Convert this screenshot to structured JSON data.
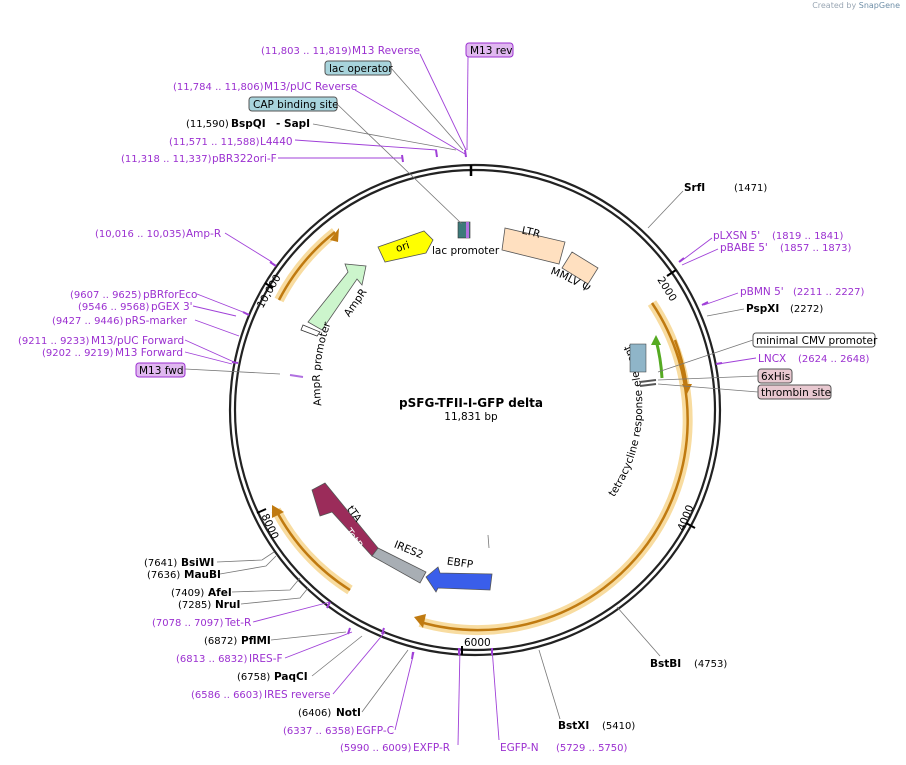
{
  "credit": {
    "prefix": "Created by",
    "brand": "SnapGene"
  },
  "plasmid": {
    "name": "pSFG-TFII-I-GFP delta",
    "size": "11,831 bp"
  },
  "ticks": [
    "2000",
    "4000",
    "6000",
    "8000",
    "10,000"
  ],
  "features": {
    "lac_promoter": "lac promoter",
    "LTR": "LTR",
    "MMLV": "MMLV Ψ",
    "ori": "ori",
    "AmpR": "AmpR",
    "AmpR_promoter": "AmpR promoter",
    "TRE": "tetracycline response element",
    "kozak": "Kozak sequence",
    "tTA": "tTA",
    "TetR": "TetR",
    "IRES2": "IRES2",
    "EBFP": "EBFP"
  },
  "sites": [
    {
      "id": "m13rev",
      "name": "M13 Reverse",
      "coord": "(11,803 .. 11,819)",
      "kind": "primer"
    },
    {
      "id": "m13puc_rev",
      "name": "M13/pUC Reverse",
      "coord": "(11,784 .. 11,806)",
      "kind": "primer"
    },
    {
      "id": "bspqi",
      "name": "BspQI",
      "coord": "(11,590)",
      "kind": "enzyme",
      "extra": "- SapI"
    },
    {
      "id": "l4440",
      "name": "L4440",
      "coord": "(11,571 .. 11,588)",
      "kind": "primer"
    },
    {
      "id": "pbr322",
      "name": "pBR322ori-F",
      "coord": "(11,318 .. 11,337)",
      "kind": "primer"
    },
    {
      "id": "ampr_p",
      "name": "Amp-R",
      "coord": "(10,016 .. 10,035)",
      "kind": "primer"
    },
    {
      "id": "pbrforeco",
      "name": "pBRforEco",
      "coord": "(9607 .. 9625)",
      "kind": "primer"
    },
    {
      "id": "pgex3",
      "name": "pGEX 3'",
      "coord": "(9546 .. 9568)",
      "kind": "primer"
    },
    {
      "id": "prs",
      "name": "pRS-marker",
      "coord": "(9427 .. 9446)",
      "kind": "primer"
    },
    {
      "id": "m13puc_fwd",
      "name": "M13/pUC Forward",
      "coord": "(9211 .. 9233)",
      "kind": "primer"
    },
    {
      "id": "m13fwd",
      "name": "M13 Forward",
      "coord": "(9202 .. 9219)",
      "kind": "primer"
    },
    {
      "id": "srfi",
      "name": "SrfI",
      "coord": "(1471)",
      "kind": "enzyme"
    },
    {
      "id": "plxsn",
      "name": "pLXSN 5'",
      "coord": "(1819 .. 1841)",
      "kind": "primer"
    },
    {
      "id": "pbabe",
      "name": "pBABE 5'",
      "coord": "(1857 .. 1873)",
      "kind": "primer"
    },
    {
      "id": "pbmn",
      "name": "pBMN 5'",
      "coord": "(2211 .. 2227)",
      "kind": "primer"
    },
    {
      "id": "pspxi",
      "name": "PspXI",
      "coord": "(2272)",
      "kind": "enzyme"
    },
    {
      "id": "lncx",
      "name": "LNCX",
      "coord": "(2624 .. 2648)",
      "kind": "primer"
    },
    {
      "id": "bstbi",
      "name": "BstBI",
      "coord": "(4753)",
      "kind": "enzyme"
    },
    {
      "id": "bstxi",
      "name": "BstXI",
      "coord": "(5410)",
      "kind": "enzyme"
    },
    {
      "id": "egfpn",
      "name": "EGFP-N",
      "coord": "(5729 .. 5750)",
      "kind": "primer"
    },
    {
      "id": "exfpr",
      "name": "EXFP-R",
      "coord": "(5990 .. 6009)",
      "kind": "primer"
    },
    {
      "id": "egfpc",
      "name": "EGFP-C",
      "coord": "(6337 .. 6358)",
      "kind": "primer"
    },
    {
      "id": "noti",
      "name": "NotI",
      "coord": "(6406)",
      "kind": "enzyme"
    },
    {
      "id": "iresrev",
      "name": "IRES reverse",
      "coord": "(6586 .. 6603)",
      "kind": "primer"
    },
    {
      "id": "paqci",
      "name": "PaqCI",
      "coord": "(6758)",
      "kind": "enzyme"
    },
    {
      "id": "iresf",
      "name": "IRES-F",
      "coord": "(6813 .. 6832)",
      "kind": "primer"
    },
    {
      "id": "pflmi",
      "name": "PflMI",
      "coord": "(6872)",
      "kind": "enzyme"
    },
    {
      "id": "tetr_p",
      "name": "Tet-R",
      "coord": "(7078 .. 7097)",
      "kind": "primer"
    },
    {
      "id": "nrui",
      "name": "NruI",
      "coord": "(7285)",
      "kind": "enzyme"
    },
    {
      "id": "afei",
      "name": "AfeI",
      "coord": "(7409)",
      "kind": "enzyme"
    },
    {
      "id": "maubi",
      "name": "MauBI",
      "coord": "(7636)",
      "kind": "enzyme"
    },
    {
      "id": "bsiwi",
      "name": "BsiWI",
      "coord": "(7641)",
      "kind": "enzyme"
    }
  ],
  "boxes": {
    "m13rev": "M13 rev",
    "lac_operator": "lac operator",
    "cap_site": "CAP binding site",
    "m13fwd": "M13 fwd",
    "min_cmv": "minimal CMV promoter",
    "his6": "6xHis",
    "thrombin": "thrombin site"
  },
  "colors": {
    "primer": "#9b30d0",
    "orange_feature": "#f0b041",
    "ori": "#ffff00",
    "LTR": "#ffe0c0",
    "AmpR": "#ccf5cc",
    "TetR": "#9b2c5a",
    "IRES2": "#a8aeb4",
    "EBFP": "#3a5eea",
    "box_blue": "#a8d4dc",
    "box_purple": "#e0b8f0",
    "box_pink": "#e8c8d0"
  }
}
